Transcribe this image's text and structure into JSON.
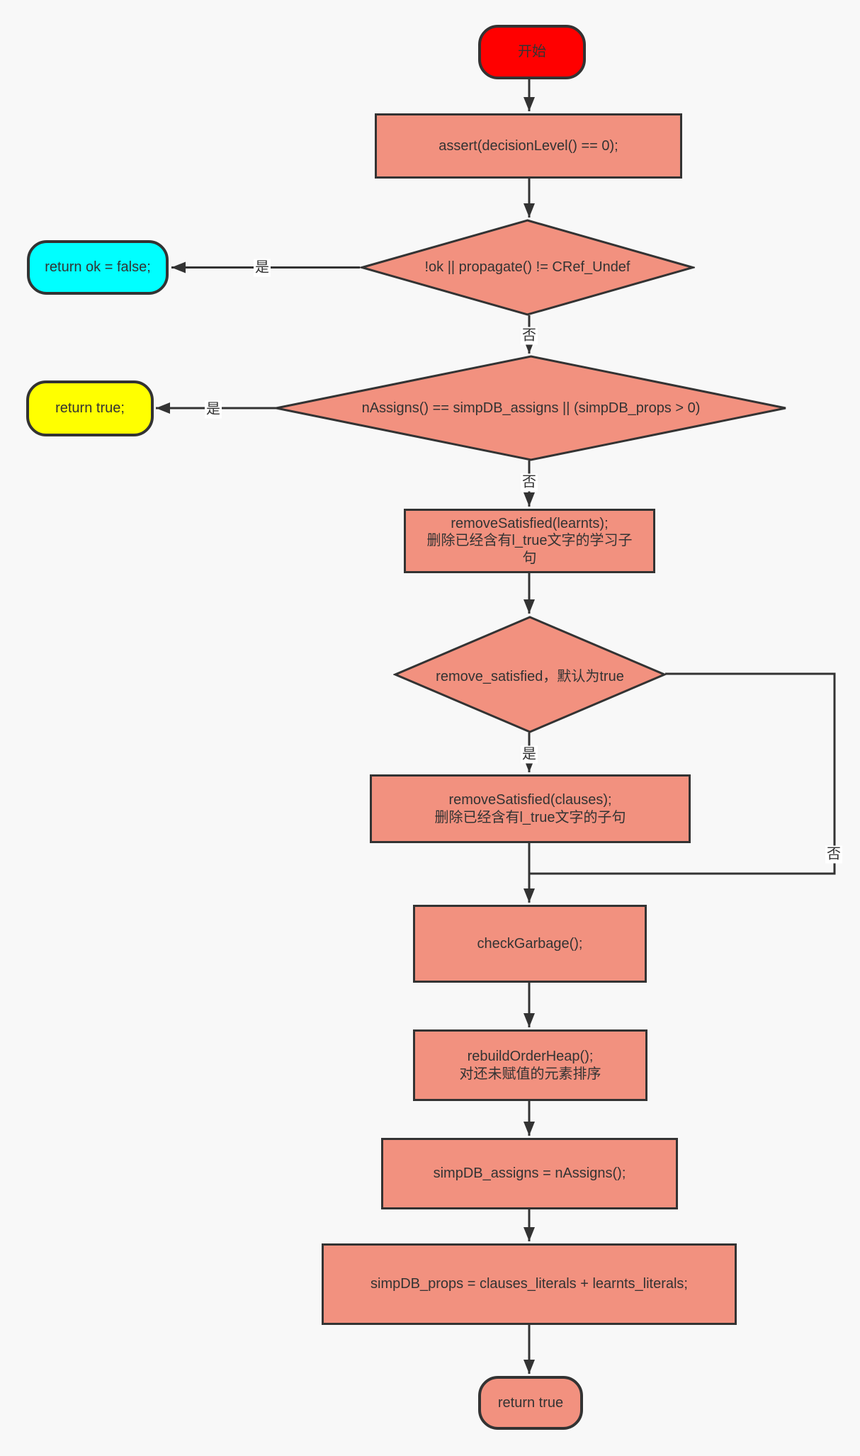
{
  "colors": {
    "background": "#F8F8F8",
    "stroke": "#333333",
    "text": "#333333",
    "salmon": "#F2917F",
    "red": "#FF0000",
    "cyan": "#00FFFF",
    "yellow": "#FFFF00",
    "labelbg": "#FFFFFF"
  },
  "nodes": {
    "start": {
      "label": "开始"
    },
    "assert_level": {
      "label": "assert(decisionLevel() == 0);"
    },
    "decision_propagate": {
      "label": "!ok || propagate() != CRef_Undef"
    },
    "return_ok_false": {
      "label": "return ok = false;"
    },
    "decision_nassigns": {
      "label": "nAssigns() == simpDB_assigns || (simpDB_props > 0)"
    },
    "return_true_early": {
      "label": "return true;"
    },
    "remove_satisfied_learnts": {
      "label": "removeSatisfied(learnts);\n删除已经含有l_true文字的学习子\n句"
    },
    "decision_remove_satisfied": {
      "label": "remove_satisfied，默认为true"
    },
    "remove_satisfied_clauses": {
      "label": "removeSatisfied(clauses);\n删除已经含有l_true文字的子句"
    },
    "check_garbage": {
      "label": "checkGarbage();"
    },
    "rebuild_order_heap": {
      "label": "rebuildOrderHeap();\n对还未赋值的元素排序"
    },
    "simpdb_assigns": {
      "label": "simpDB_assigns = nAssigns();"
    },
    "simpdb_props": {
      "label": "simpDB_props = clauses_literals + learnts_literals;"
    },
    "return_true_end": {
      "label": "return true"
    }
  },
  "edge_labels": {
    "propagate_yes": "是",
    "propagate_no": "否",
    "nassigns_yes": "是",
    "nassigns_no": "否",
    "remove_satisfied_yes": "是",
    "remove_satisfied_no": "否"
  }
}
